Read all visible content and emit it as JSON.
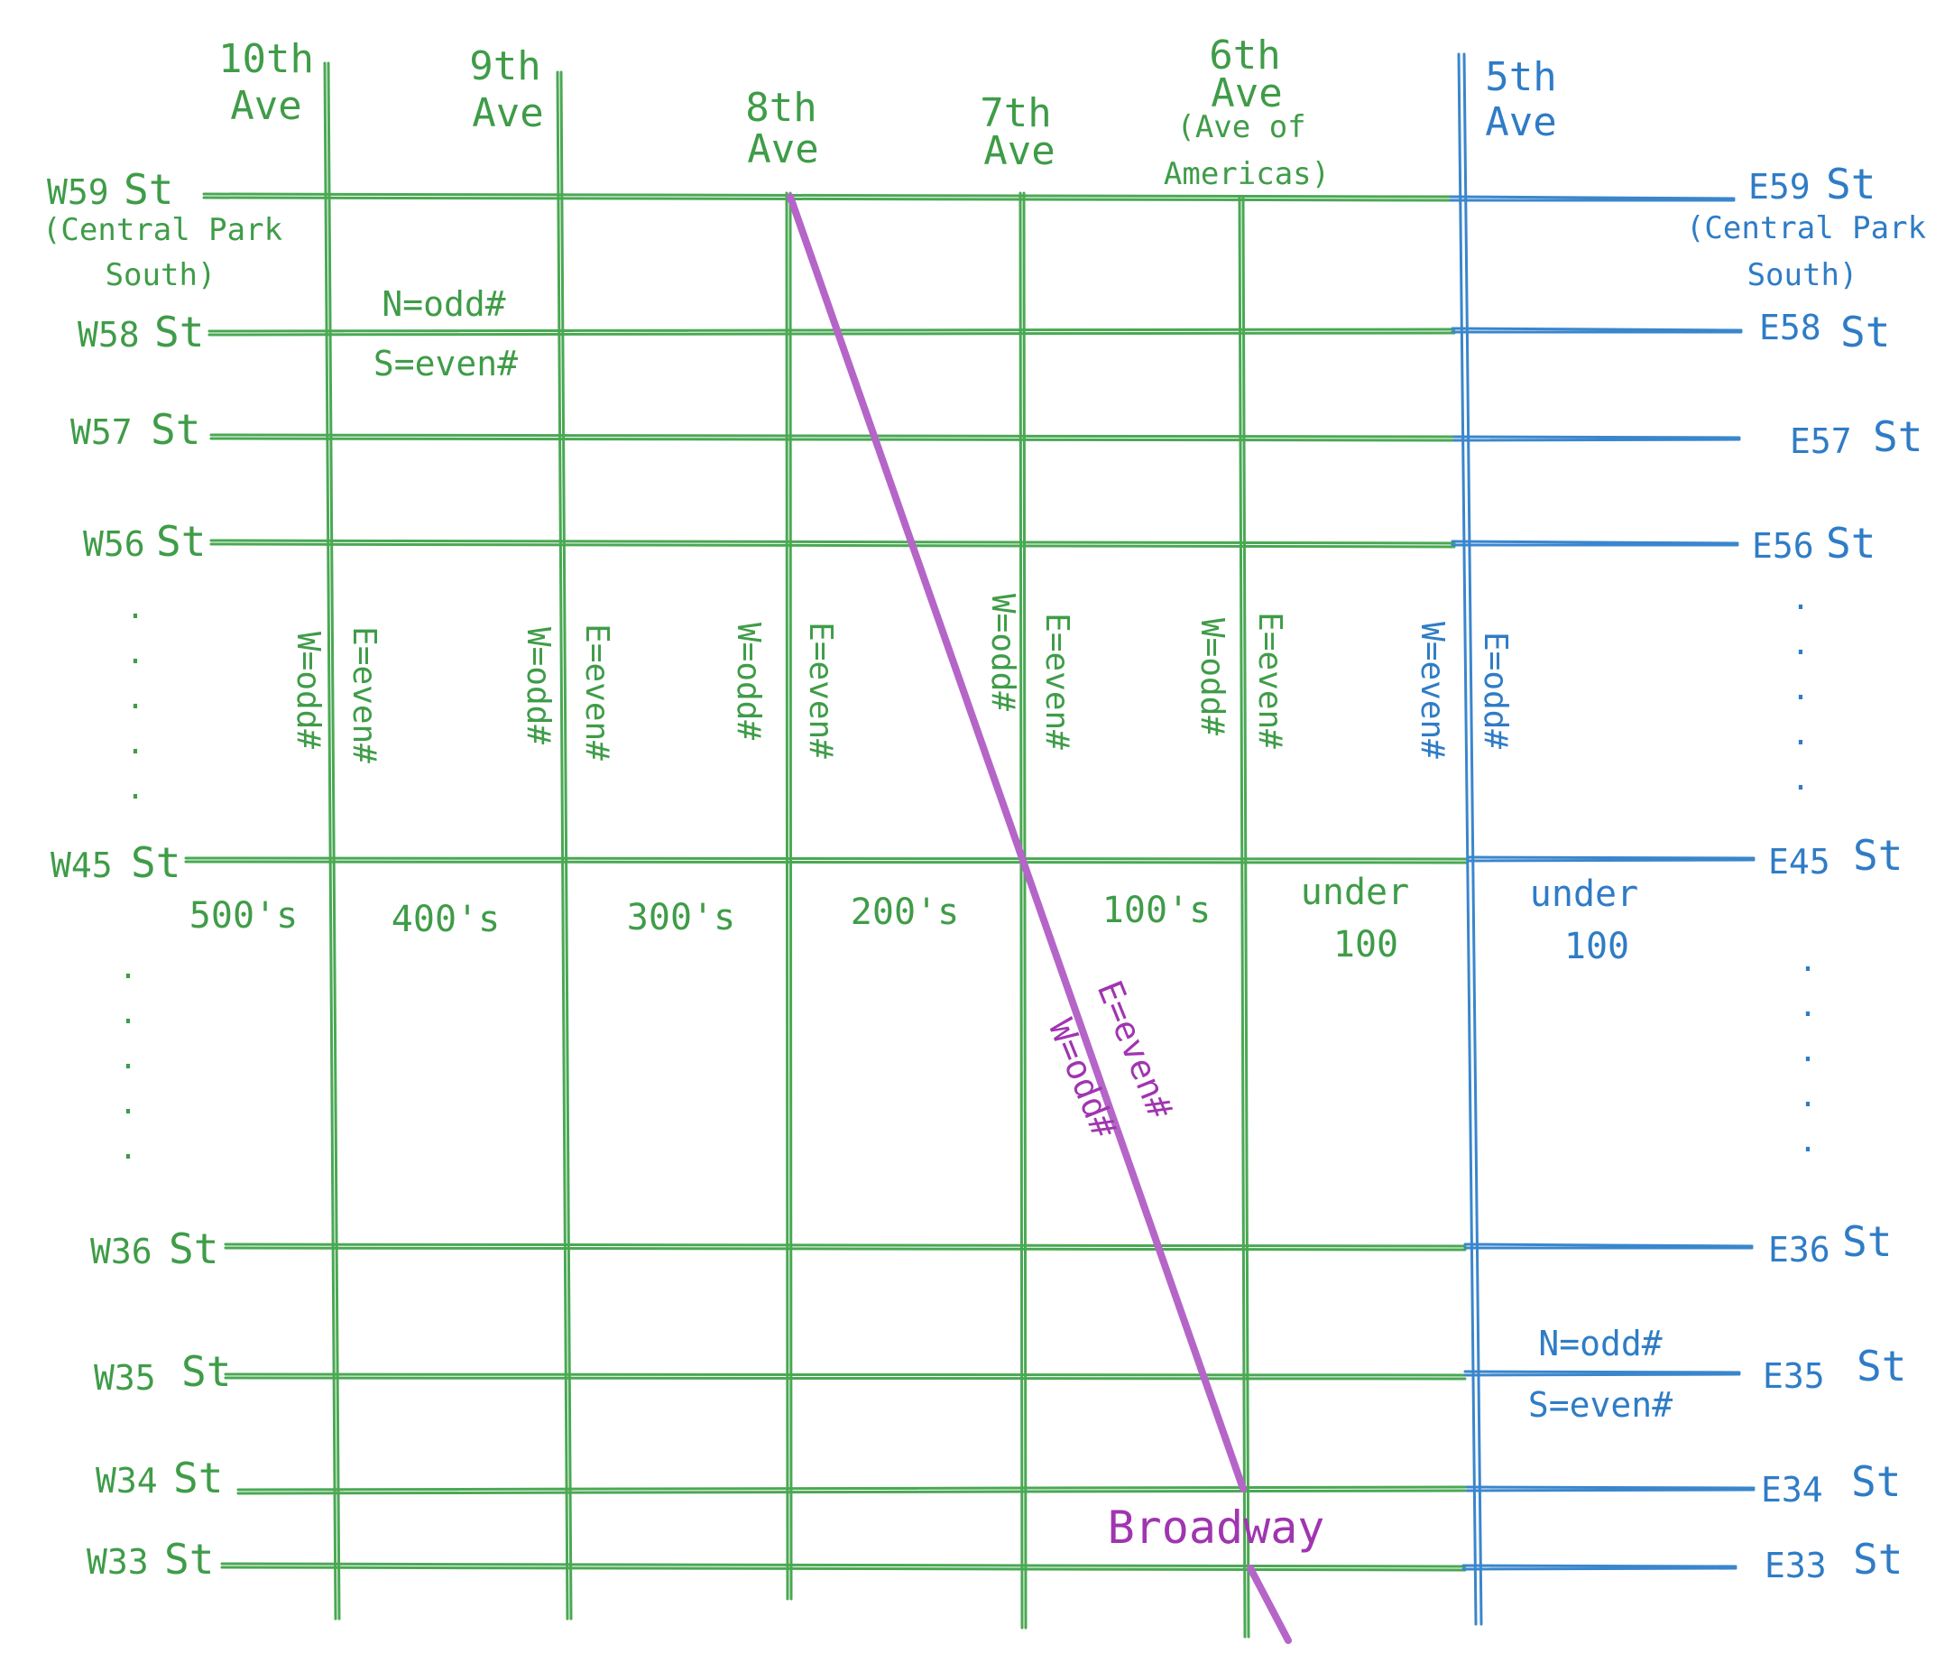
{
  "colors": {
    "west": "#3f9c48",
    "east": "#2f7cc6",
    "broadway": "#a035b0"
  },
  "avenues": {
    "tenth": [
      "10th",
      "Ave"
    ],
    "ninth": [
      "9th",
      "Ave"
    ],
    "eighth": [
      "8th",
      "Ave"
    ],
    "seventh": [
      "7th",
      "Ave"
    ],
    "sixth": [
      "6th",
      "Ave",
      "(Ave of",
      "Americas)"
    ],
    "fifth": [
      "5th",
      "Ave"
    ]
  },
  "west_streets": {
    "w59": {
      "num": "W59",
      "st": "St"
    },
    "w58": {
      "num": "W58",
      "st": "St"
    },
    "w57": {
      "num": "W57",
      "st": "St"
    },
    "w56": {
      "num": "W56",
      "st": "St"
    },
    "w45": {
      "num": "W45",
      "st": "St"
    },
    "w36": {
      "num": "W36",
      "st": "St"
    },
    "w35": {
      "num": "W35",
      "st": "St"
    },
    "w34": {
      "num": "W34",
      "st": "St"
    },
    "w33": {
      "num": "W33",
      "st": "St"
    }
  },
  "east_streets": {
    "e59": {
      "num": "E59",
      "st": "St"
    },
    "e58": {
      "num": "E58",
      "st": "St"
    },
    "e57": {
      "num": "E57",
      "st": "St"
    },
    "e56": {
      "num": "E56",
      "st": "St"
    },
    "e45": {
      "num": "E45",
      "st": "St"
    },
    "e36": {
      "num": "E36",
      "st": "St"
    },
    "e35": {
      "num": "E35",
      "st": "St"
    },
    "e34": {
      "num": "E34",
      "st": "St"
    },
    "e33": {
      "num": "E33",
      "st": "St"
    }
  },
  "cps": [
    "(Central Park",
    "South)"
  ],
  "parity": {
    "west_odd": "W=odd#",
    "east_even": "E=even#",
    "west_even": "W=even#",
    "east_odd": "E=odd#",
    "north_odd": "N=odd#",
    "south_even": "S=even#"
  },
  "hundreds": [
    "500's",
    "400's",
    "300's",
    "200's",
    "100's"
  ],
  "under": [
    "under",
    "100"
  ],
  "broadway": "Broadway",
  "ellipsis": "."
}
